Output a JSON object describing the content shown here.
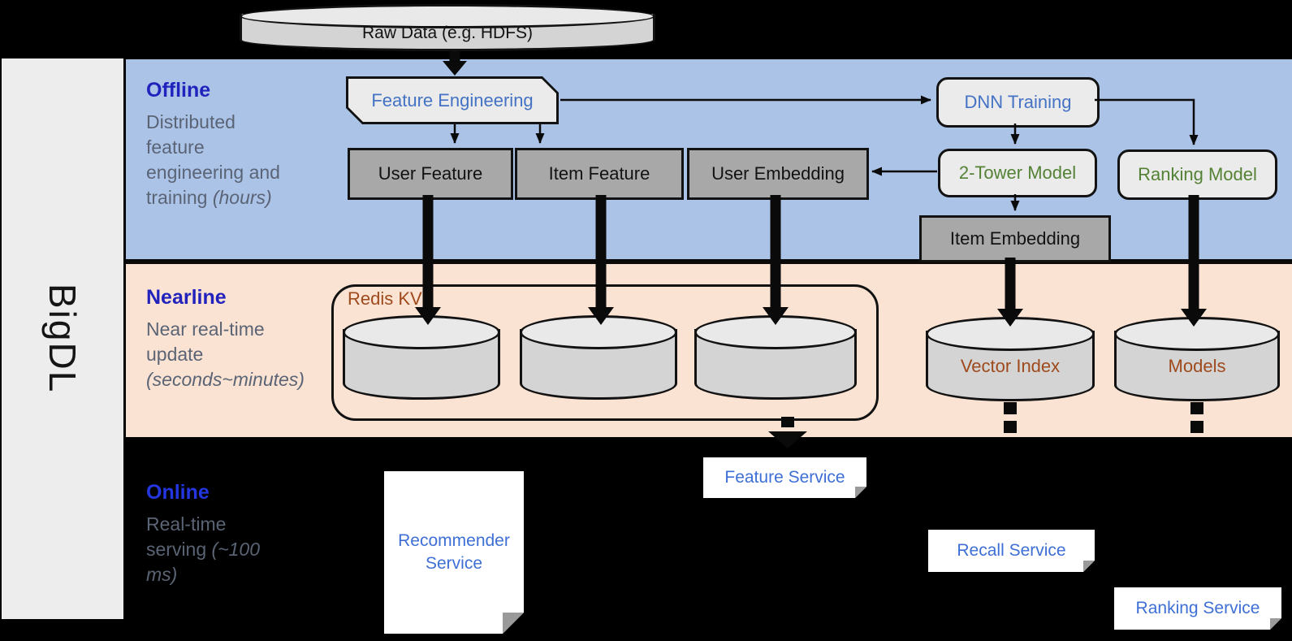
{
  "sidebar": {
    "label": "BigDL"
  },
  "top": {
    "raw_data": "Raw Data (e.g. HDFS)"
  },
  "sections": {
    "offline": {
      "title": "Offline",
      "desc": "Distributed feature engineering and training",
      "desc_italic": "(hours)"
    },
    "nearline": {
      "title": "Nearline",
      "desc": "Near real-time update",
      "desc_italic": "(seconds~minutes)"
    },
    "online": {
      "title": "Online",
      "desc": "Real-time serving",
      "desc_italic": "(~100 ms)"
    }
  },
  "nodes": {
    "feature_engineering": "Feature Engineering",
    "dnn_training": "DNN Training",
    "user_feature": "User Feature",
    "item_feature": "Item Feature",
    "user_embedding": "User Embedding",
    "two_tower_model": "2-Tower Model",
    "ranking_model": "Ranking Model",
    "item_embedding": "Item Embedding",
    "redis_kv": "Redis KV",
    "vector_index": "Vector Index",
    "models": "Models",
    "recommender_service": "Recommender Service",
    "feature_service": "Feature Service",
    "recall_service": "Recall Service",
    "ranking_service": "Ranking Service"
  },
  "colors": {
    "background": "#000000",
    "sidebar_bg": "#ededed",
    "offline_band": "#acc3e8",
    "nearline_band": "#fbe3d3",
    "gray_node": "#a8a8a8",
    "light_node": "#ebebeb",
    "cylinder_body": "#d4d4d4",
    "cylinder_top": "#e9e9e9",
    "node_blue_text": "#4472c4",
    "service_blue_text": "#3e6fd6",
    "green_text": "#548235",
    "brown_text": "#9e4a1d",
    "section_title_blue": "#2222bd",
    "online_title_blue": "#2336e0",
    "desc_gray": "#5a6475",
    "outline": "#121212"
  }
}
